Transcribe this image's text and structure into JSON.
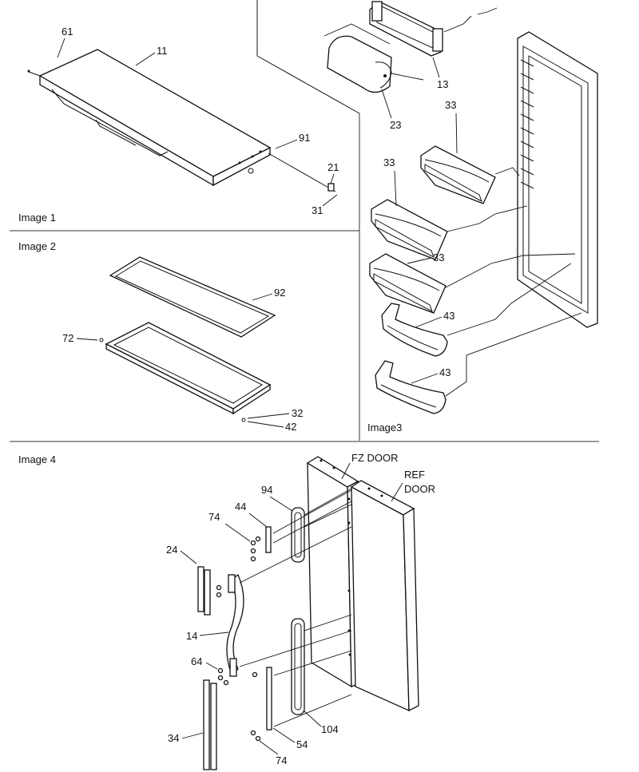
{
  "panels": {
    "image1": "Image 1",
    "image2": "Image 2",
    "image3": "Image3",
    "image4": "Image 4"
  },
  "door_labels": {
    "fz_door": "FZ DOOR",
    "ref_door_line1": "REF",
    "ref_door_line2": "DOOR"
  },
  "callouts": {
    "c61": "61",
    "c11": "11",
    "c91": "91",
    "c21": "21",
    "c31": "31",
    "c92": "92",
    "c72": "72",
    "c32": "32",
    "c42": "42",
    "c13": "13",
    "c23": "23",
    "c33a": "33",
    "c33b": "33",
    "c33c": "33",
    "c43a": "43",
    "c43b": "43",
    "c94": "94",
    "c44": "44",
    "c74a": "74",
    "c24": "24",
    "c14": "14",
    "c64": "64",
    "c34": "34",
    "c104": "104",
    "c54": "54",
    "c74b": "74"
  }
}
